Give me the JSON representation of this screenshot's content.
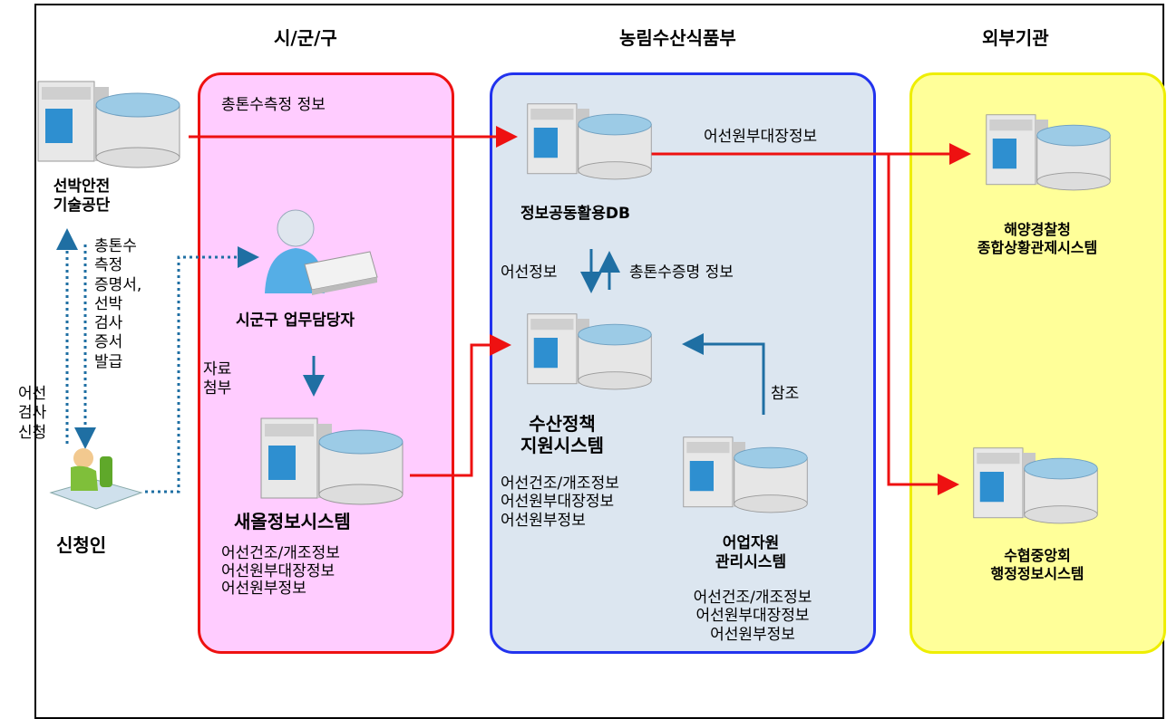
{
  "columns": {
    "sigungu": "시/군/구",
    "ministry": "농림수산식품부",
    "external": "외부기관"
  },
  "nodes": {
    "ship_safety": "선박안전\n기술공단",
    "applicant": "신청인",
    "officer": "시군구 업무담당자",
    "saeol": "새올정보시스템",
    "shared_db": "정보공동활용DB",
    "fisheries_policy": "수산정책\n지원시스템",
    "fishery_resources": "어업자원\n관리시스템",
    "coast_guard": "해양경찰청\n종합상황관제시스템",
    "nfc": "수협중앙회\n행정정보시스템"
  },
  "labels": {
    "tonnage_info": "총톤수측정 정보",
    "crew_ledger": "어선원부대장정보",
    "certificates": "총톤수\n측정\n증명서,\n선박\n검사\n증서\n발급",
    "inspection_request": "어선\n검사\n신청",
    "attach": "자료\n첨부",
    "vessel_info": "어선정보",
    "tonnage_cert_info": "총톤수증명 정보",
    "reference": "참조"
  },
  "data_lists": {
    "saeol": "어선건조/개조정보\n어선원부대장정보\n어선원부정보",
    "fisheries_policy": "어선건조/개조정보\n어선원부대장정보\n어선원부정보",
    "fishery_resources": "어선건조/개조정보\n어선원부대장정보\n어선원부정보"
  },
  "colors": {
    "sigungu_fill": "#ffccff",
    "sigungu_border": "#ee1111",
    "ministry_fill": "#dce6f0",
    "ministry_border": "#2233ee",
    "external_fill": "#ffff99",
    "external_border": "#eeee00",
    "red_arrow": "#ee1111",
    "blue_arrow": "#1f6fa3"
  }
}
